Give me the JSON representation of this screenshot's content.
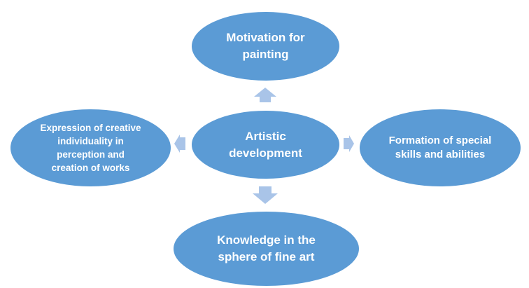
{
  "diagram": {
    "center": {
      "label": "Artistic\ndevelopment"
    },
    "top": {
      "label": "Motivation for\npainting"
    },
    "right": {
      "label": "Formation of special\nskills and abilities"
    },
    "bottom": {
      "label": "Knowledge in the\nsphere of fine art"
    },
    "left": {
      "label": "Expression of creative\nindividuality in\nperception and\ncreation of works"
    }
  },
  "colors": {
    "node_fill": "#5b9bd5",
    "arrow_fill": "#a9c4e8",
    "text": "#ffffff"
  }
}
